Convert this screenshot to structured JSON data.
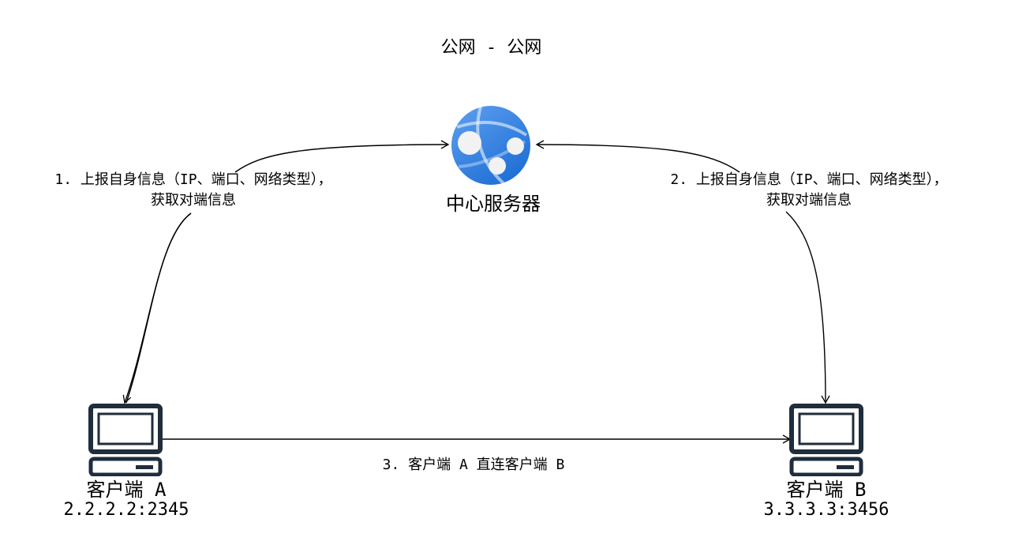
{
  "diagram": {
    "title": "公网 - 公网",
    "server": {
      "label": "中心服务器",
      "icon": "web-app-globe-icon"
    },
    "client_a": {
      "name": "客户端 A",
      "address": "2.2.2.2:2345",
      "icon": "computer-icon"
    },
    "client_b": {
      "name": "客户端 B",
      "address": "3.3.3.3:3456",
      "icon": "computer-icon"
    },
    "step1": {
      "line1": "1. 上报自身信息（IP、端口、网络类型），",
      "line2": "获取对端信息"
    },
    "step2": {
      "line1": "2. 上报自身信息（IP、端口、网络类型），",
      "line2": "获取对端信息"
    },
    "step3": {
      "text": "3. 客户端 A 直连客户端 B"
    },
    "colors": {
      "line": "#000000",
      "computer": "#1f2d3d",
      "globe_light": "#5ea0ef",
      "globe_dark": "#1f6fd6",
      "node": "#f2f2f2"
    }
  }
}
